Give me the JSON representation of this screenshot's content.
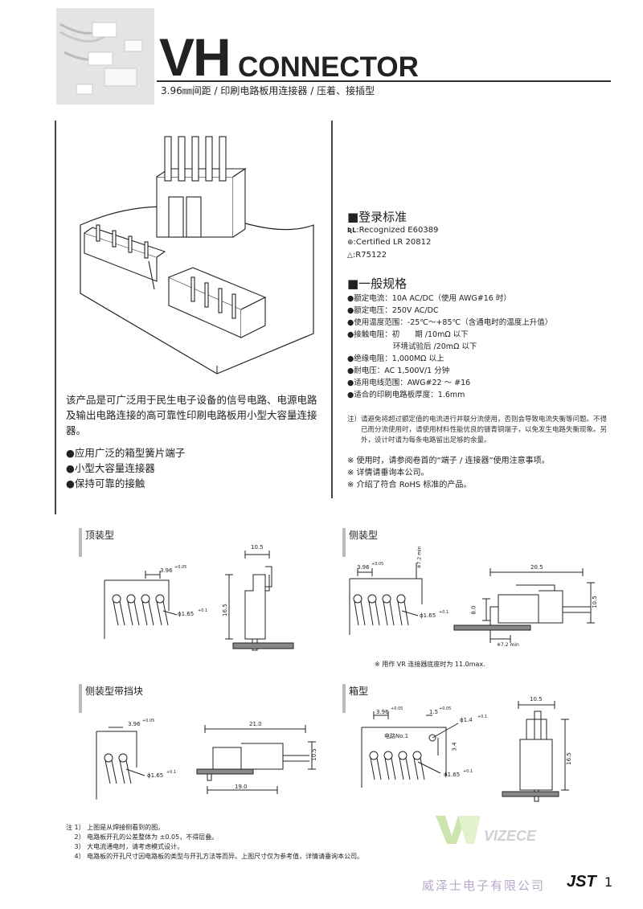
{
  "header": {
    "title_main": "VH",
    "title_sub": "CONNECTOR",
    "subtitle": "3.96㎜间距 / 印刷电路板用连接器 / 压着、接插型"
  },
  "certifications": {
    "heading": "■登录标准",
    "items": [
      {
        "icon": "ul-mark-icon",
        "text": ":Recognized E60389"
      },
      {
        "icon": "csa-mark-icon",
        "text": ":Certified LR 20812"
      },
      {
        "icon": "tuv-mark-icon",
        "text": ":R75122"
      }
    ]
  },
  "specs": {
    "heading": "■一般规格",
    "items": [
      "●额定电流：10A  AC/DC（使用 AWG#16 时）",
      "●额定电压：250V  AC/DC",
      "●使用温度范围：-25℃～+85℃（含通电时的温度上升值）",
      "●接触电阻：初　　期 /10mΩ 以下",
      "　　　　　　环境试验后 /20mΩ 以下",
      "●绝缘电阻：1,000MΩ 以上",
      "●耐电压：AC 1,500V/1 分钟",
      "●适用电线范围：AWG#22 ～ #16",
      "●适合的印刷电路板厚度：1.6mm"
    ],
    "note_lines": [
      "注）请避免将超过额定值的电流进行并联分流使用，否则会导致电流失衡等问题。不得",
      "　　已而分流使用时，请使用材料性能优良的镀青铜端子，以免发生电路失衡现象。另",
      "　　外，设计时请为每条电路留出足够的余量。"
    ],
    "remarks": [
      "※ 使用时，请参阅卷首的“端子 / 连接器”使用注意事项。",
      "※ 详情请垂询本公司。",
      "※ 介绍了符合 RoHS 标准的产品。"
    ]
  },
  "description": {
    "lines": [
      "该产品是可广泛用于民生电子设备的信号电路、电源电路",
      "及输出电路连接的高可靠性印刷电路板用小型大容量连接",
      "器。"
    ],
    "features": [
      "●应用广泛的箱型簧片端子",
      "●小型大容量连接器",
      "●保持可靠的接触"
    ]
  },
  "panels": {
    "top_mount": {
      "title": "顶装型",
      "pitch": "3.96",
      "pitch_tol": "+0.05",
      "hole": "ϕ1.65",
      "hole_tol": "+0.1",
      "width": "10.5",
      "height": "16.5"
    },
    "side_mount": {
      "title": "侧装型",
      "pitch": "3.96",
      "pitch_tol": "+0.05",
      "hole": "ϕ1.65",
      "hole_tol": "+0.1",
      "min_top": "※7.2 min",
      "length": "20.5",
      "height": "10.5",
      "offset": "8.0",
      "min_bottom": "※7.2 min",
      "note": "※ 用作 VR 连接器底座时为 11.0max."
    },
    "side_mount_block": {
      "title": "侧装型带挡块",
      "pitch": "3.96",
      "pitch_tol": "+0.05",
      "hole": "ϕ1.65",
      "hole_tol": "+0.1",
      "length": "21.0",
      "height": "10.5",
      "base": "19.0"
    },
    "box_type": {
      "title": "箱型",
      "pitch": "3.96",
      "pitch_tol": "+0.05",
      "hole_small": "ϕ1.4",
      "hole_small_tol": "+0.1",
      "spacing": "1.5",
      "spacing_tol": "+0.05",
      "circuit_label": "电路No.1",
      "vertical": "3.4",
      "hole": "ϕ1.65",
      "hole_tol": "+0.1",
      "width": "10.5",
      "height": "16.5"
    }
  },
  "footnotes": [
    "注 1） 上图是从焊接侧看到的图。",
    "　 2） 电路板开孔的公差整体为 ±0.05，不得层叠。",
    "　 3） 大电流通电时，请考虑模式设计。",
    "　 4） 电路板的开孔尺寸因电路板的类型与开孔方法等而异。上图尺寸仅为参考值，详情请垂询本公司。"
  ],
  "footer": {
    "watermark_logo": "VIZECE",
    "watermark_text": "威泽士电子有限公司",
    "brand": "JST",
    "page_number": "1"
  }
}
